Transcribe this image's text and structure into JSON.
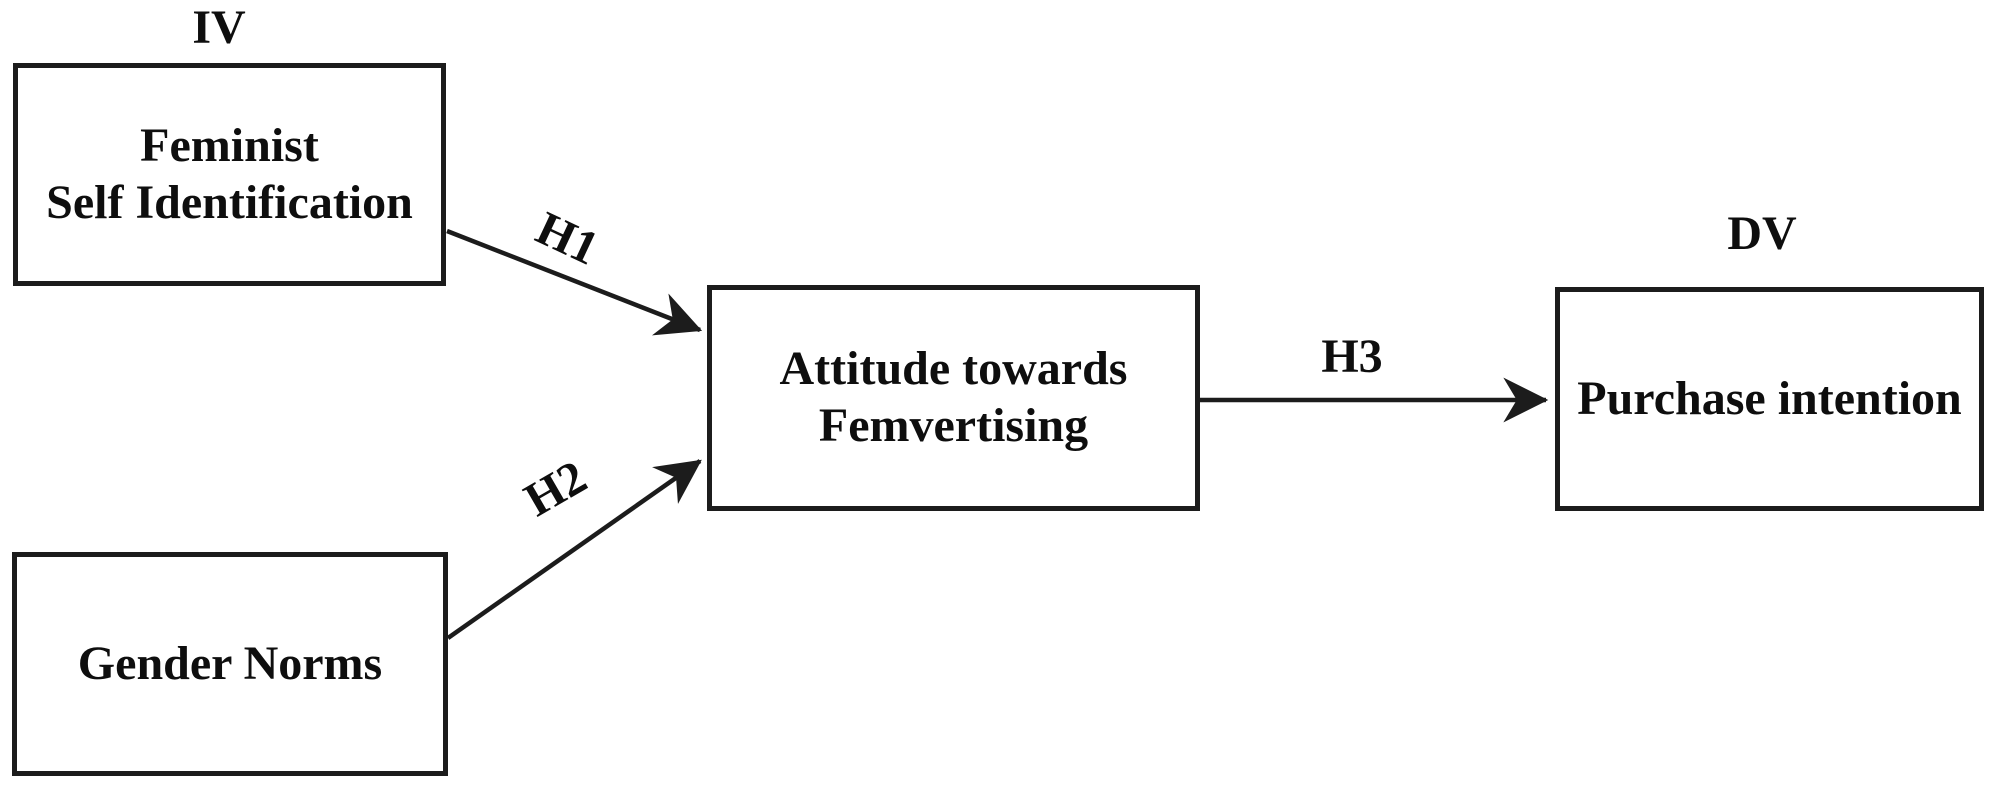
{
  "diagram": {
    "title_hint": "Conceptual model of femvertising hypotheses",
    "group_labels": {
      "iv": "IV",
      "dv": "DV"
    },
    "nodes": {
      "feminist": {
        "line1": "Feminist",
        "line2": "Self Identification",
        "role": "independent variable"
      },
      "gender": {
        "label": "Gender Norms",
        "role": "independent variable"
      },
      "attitude": {
        "line1": "Attitude towards",
        "line2": "Femvertising",
        "role": "mediator"
      },
      "purchase": {
        "label": "Purchase intention",
        "role": "dependent variable"
      }
    },
    "edges": {
      "h1": {
        "label": "H1",
        "from": "Feminist Self Identification",
        "to": "Attitude towards Femvertising"
      },
      "h2": {
        "label": "H2",
        "from": "Gender Norms",
        "to": "Attitude towards Femvertising"
      },
      "h3": {
        "label": "H3",
        "from": "Attitude towards Femvertising",
        "to": "Purchase intention"
      }
    },
    "colors": {
      "ink": "#1c1c1c",
      "background": "#ffffff"
    }
  }
}
